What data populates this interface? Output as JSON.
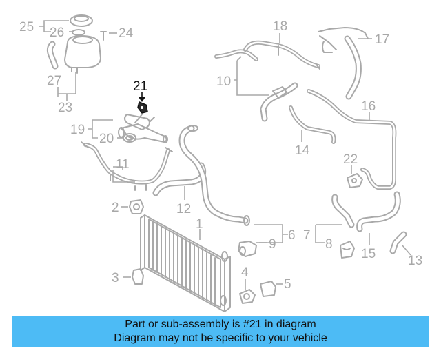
{
  "callouts": {
    "c1": "1",
    "c2": "2",
    "c3": "3",
    "c4": "4",
    "c5": "5",
    "c6": "6",
    "c7": "7",
    "c8": "8",
    "c9": "9",
    "c10": "10",
    "c11": "11",
    "c12": "12",
    "c13": "13",
    "c14": "14",
    "c15": "15",
    "c16": "16",
    "c17": "17",
    "c18": "18",
    "c19": "19",
    "c20": "20",
    "c21": "21",
    "c22": "22",
    "c23": "23",
    "c24": "24",
    "c25": "25",
    "c26": "26",
    "c27": "27"
  },
  "highlighted_part": "21",
  "colors": {
    "banner": "#4dbbf5",
    "parts": "#a9a9a9",
    "highlight": "#111111"
  },
  "banner": {
    "line1": "Part or sub-assembly is #21 in diagram",
    "line2": "Diagram may not be specific to your vehicle"
  }
}
